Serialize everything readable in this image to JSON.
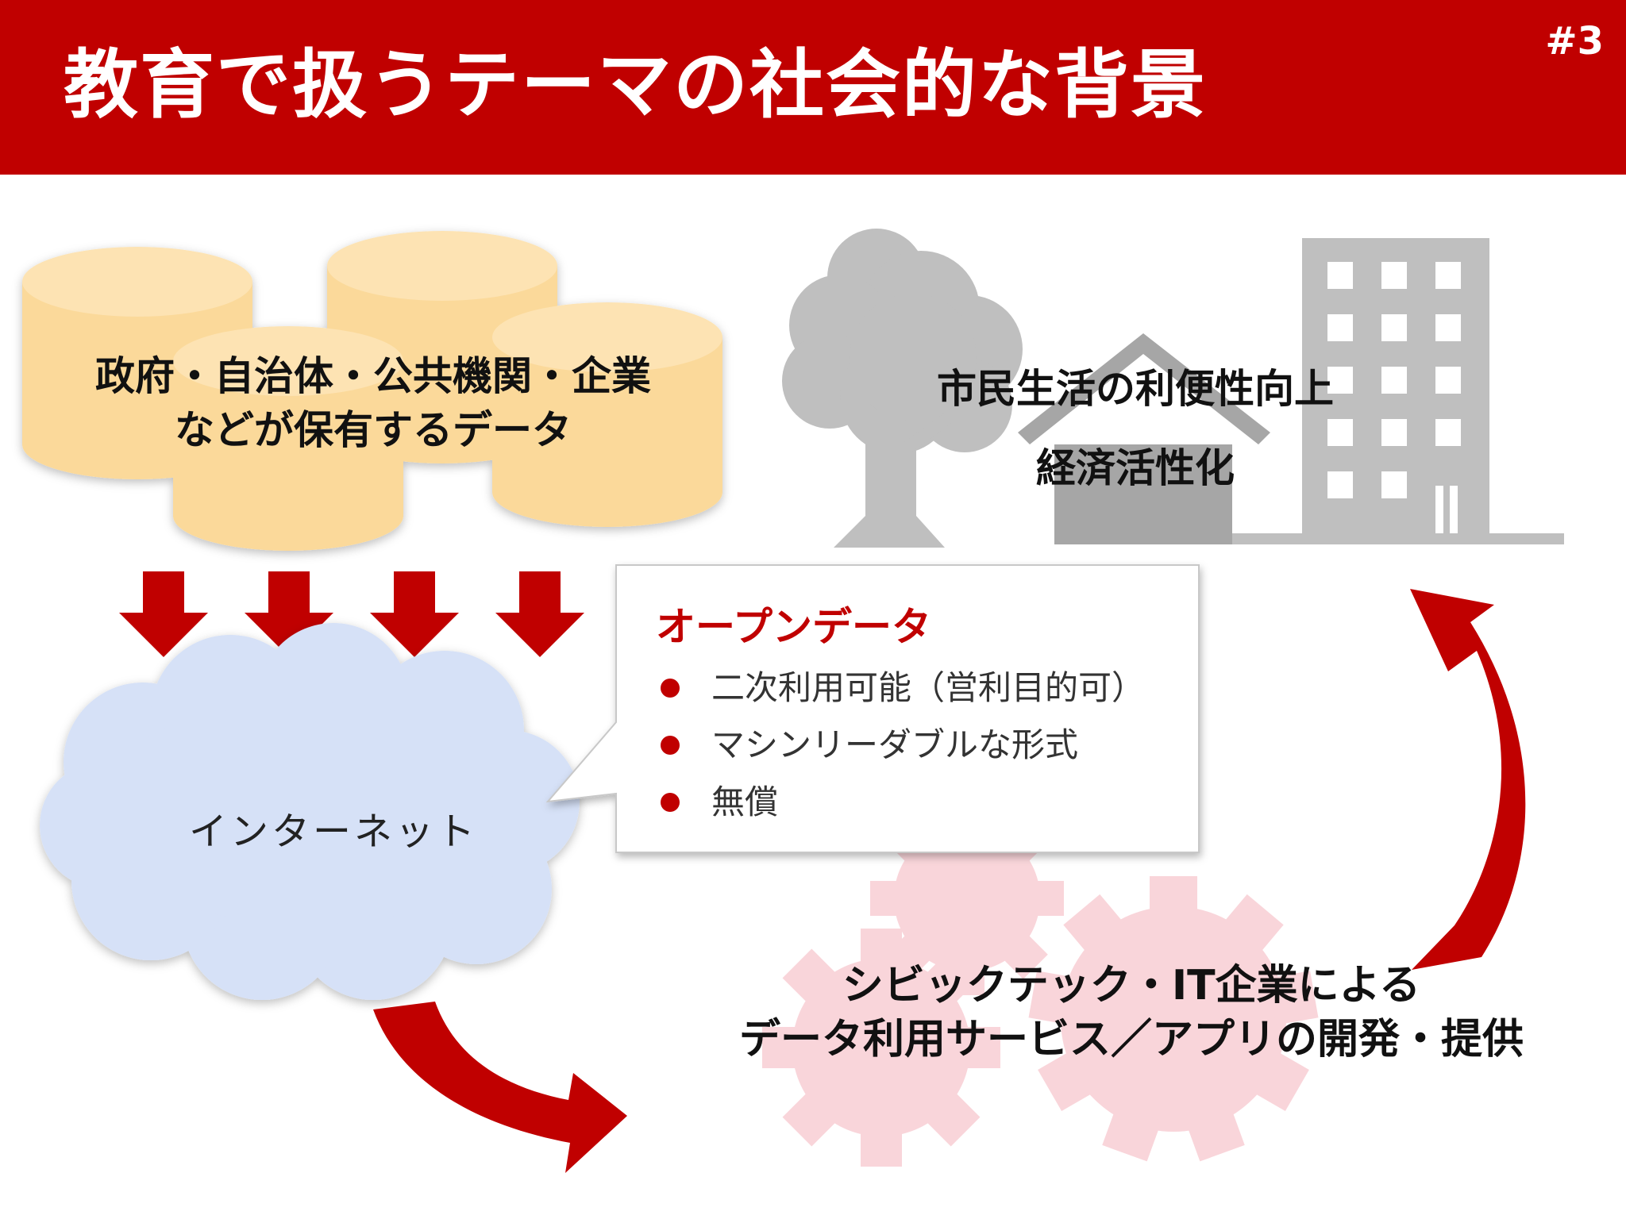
{
  "slide": {
    "title": "教育で扱うテーマの社会的な背景",
    "number": "#3"
  },
  "colors": {
    "accent": "#c00000",
    "database": "#fbd99a",
    "cloud": "#d6e1f7",
    "gear": "#f9d5da",
    "silhouette": "#bfbfbf"
  },
  "data_sources": {
    "line1": "政府・自治体・公共機関・企業",
    "line2": "などが保有するデータ"
  },
  "goal": {
    "line1": "市民生活の利便性向上",
    "line2": "経済活性化"
  },
  "internet_label": "インターネット",
  "open_data": {
    "title": "オープンデータ",
    "items": [
      "二次利用可能（営利目的可）",
      "マシンリーダブルな形式",
      "無償"
    ]
  },
  "development": {
    "line1": "シビックテック・IT企業による",
    "line2": "データ利用サービス／アプリの開発・提供"
  },
  "icons": {
    "databases": "database-icon",
    "down_arrows": "down-arrow-icon",
    "cloud": "cloud-icon",
    "tree": "tree-icon",
    "house": "house-icon",
    "building": "building-icon",
    "gears": "gear-icon",
    "curved_arrows": "curved-arrow-icon"
  }
}
